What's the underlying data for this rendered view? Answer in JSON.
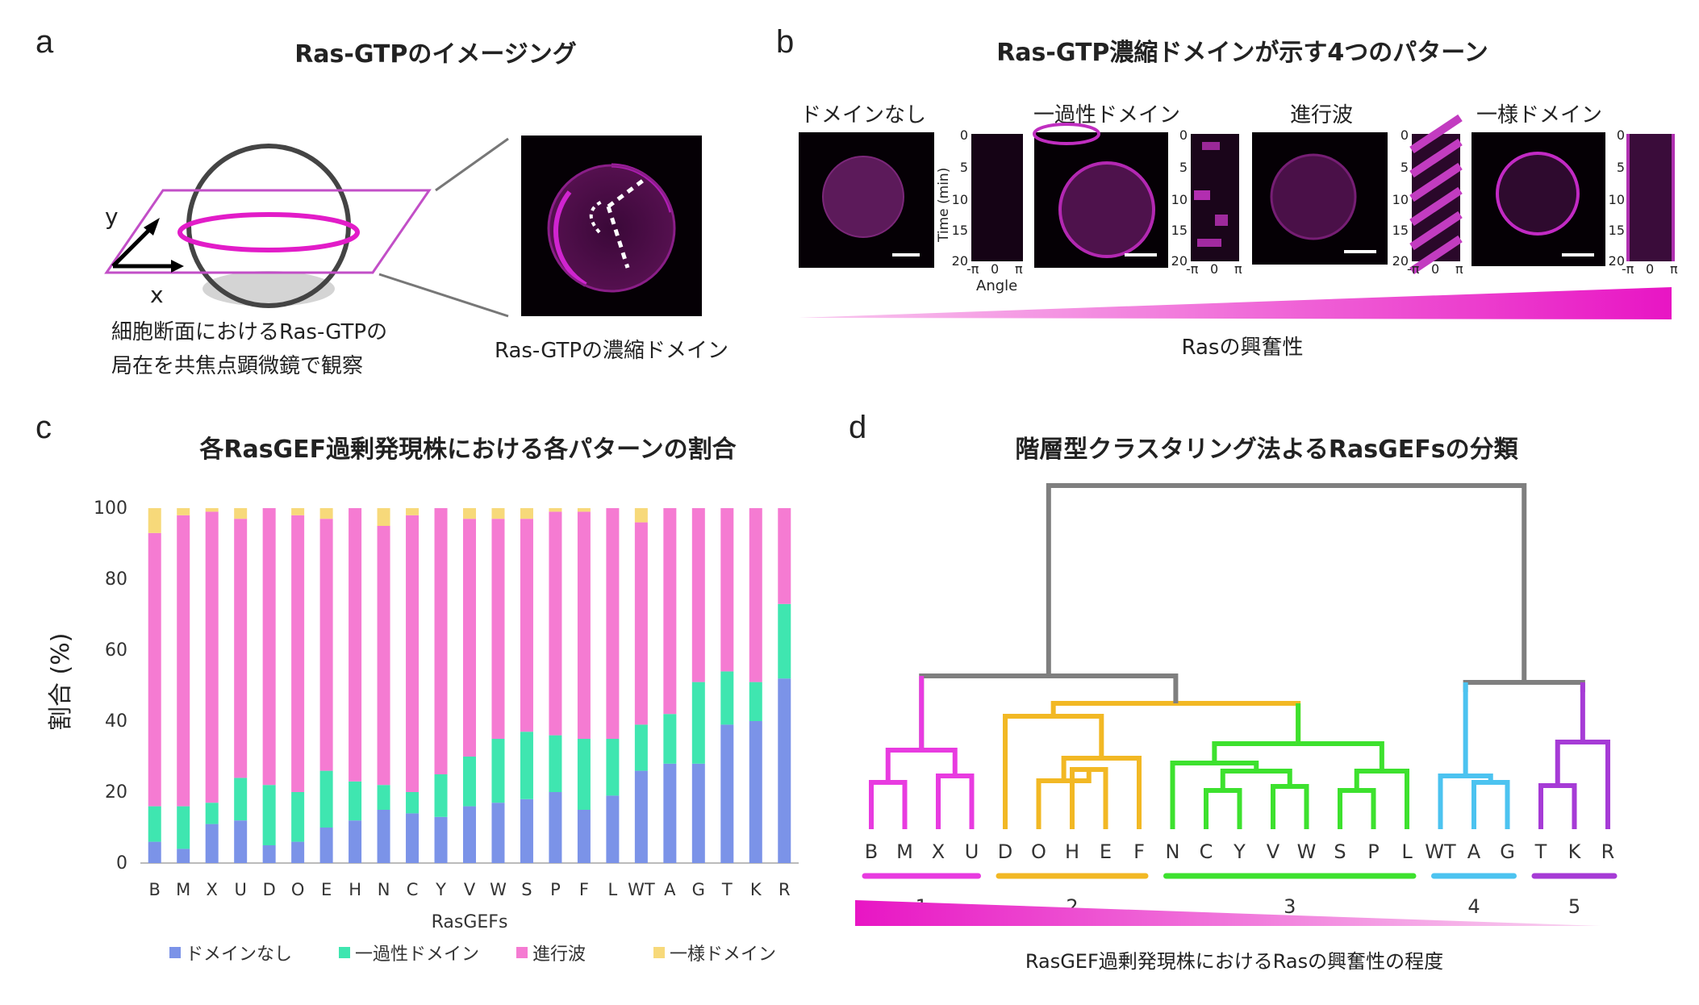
{
  "panel_a": {
    "letter": "a",
    "title": "Ras-GTPのイメージング",
    "axis_y": "y",
    "axis_x": "x",
    "caption_line1": "細胞断面におけるRas-GTPの",
    "caption_line2": "局在を共焦点顕微鏡で観察",
    "image_caption": "Ras-GTPの濃縮ドメイン"
  },
  "panel_b": {
    "letter": "b",
    "title": "Ras-GTP濃縮ドメインが示す4つのパターン",
    "patterns": [
      "ドメインなし",
      "一過性ドメイン",
      "進行波",
      "一様ドメイン"
    ],
    "kymo_y_label": "Time (min)",
    "kymo_x_label": "Angle",
    "kymo_y_ticks": [
      "0",
      "5",
      "10",
      "15",
      "20"
    ],
    "kymo_x_ticks": [
      "-π",
      "0",
      "π"
    ],
    "gradient_label": "Rasの興奮性"
  },
  "panel_c": {
    "letter": "c",
    "title": "各RasGEF過剰発現株における各パターンの割合"
  },
  "panel_d": {
    "letter": "d",
    "title": "階層型クラスタリング法よるRasGEFsの分類",
    "leaves": [
      "B",
      "M",
      "X",
      "U",
      "D",
      "O",
      "H",
      "E",
      "F",
      "N",
      "C",
      "Y",
      "V",
      "W",
      "S",
      "P",
      "L",
      "WT",
      "A",
      "G",
      "T",
      "K",
      "R"
    ],
    "clusters": [
      {
        "label": "1",
        "color": "#e83be0"
      },
      {
        "label": "2",
        "color": "#f2b824"
      },
      {
        "label": "3",
        "color": "#3de12e"
      },
      {
        "label": "4",
        "color": "#4cc3f0"
      },
      {
        "label": "5",
        "color": "#a63bd6"
      }
    ],
    "root_color": "#7f7f7f",
    "gradient_label": "RasGEF過剰発現株におけるRasの興奮性の程度"
  },
  "chart_data": {
    "type": "bar",
    "stacked": true,
    "categories": [
      "B",
      "M",
      "X",
      "U",
      "D",
      "O",
      "E",
      "H",
      "N",
      "C",
      "Y",
      "V",
      "W",
      "S",
      "P",
      "F",
      "L",
      "WT",
      "A",
      "G",
      "T",
      "K",
      "R"
    ],
    "series": [
      {
        "name": "ドメインなし",
        "color": "#7b93e8",
        "values": [
          6,
          4,
          11,
          12,
          5,
          6,
          10,
          12,
          15,
          14,
          13,
          16,
          17,
          18,
          20,
          15,
          19,
          26,
          28,
          28,
          39,
          40,
          52
        ]
      },
      {
        "name": "一過性ドメイン",
        "color": "#3fe6b0",
        "values": [
          10,
          12,
          6,
          12,
          17,
          14,
          16,
          11,
          7,
          6,
          12,
          14,
          18,
          19,
          16,
          20,
          16,
          13,
          14,
          23,
          15,
          11,
          21
        ]
      },
      {
        "name": "進行波",
        "color": "#f57bd2",
        "values": [
          77,
          82,
          82,
          73,
          78,
          78,
          71,
          77,
          73,
          78,
          75,
          67,
          62,
          60,
          63,
          64,
          65,
          57,
          58,
          49,
          46,
          49,
          27
        ]
      },
      {
        "name": "一様ドメイン",
        "color": "#f7d97a",
        "values": [
          7,
          2,
          1,
          3,
          0,
          2,
          3,
          0,
          5,
          2,
          0,
          3,
          3,
          3,
          1,
          1,
          0,
          4,
          0,
          0,
          0,
          0,
          0
        ]
      }
    ],
    "ylim": [
      0,
      100
    ],
    "yticks": [
      0,
      20,
      40,
      60,
      80,
      100
    ],
    "xlabel": "RasGEFs",
    "ylabel": "割合 (%)",
    "legend_position": "bottom"
  }
}
